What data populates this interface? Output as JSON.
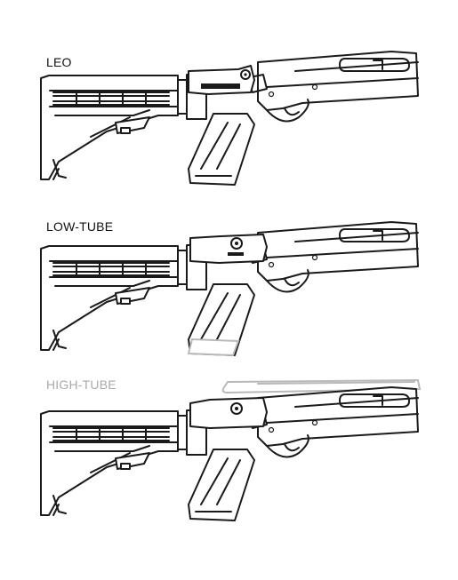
{
  "configurations": [
    {
      "id": "leo",
      "label": "LEO",
      "label_color": "#111111"
    },
    {
      "id": "low-tube",
      "label": "LOW-TUBE",
      "label_color": "#111111"
    },
    {
      "id": "high-tube",
      "label": "HIGH-TUBE",
      "label_color": "#aaaaaa"
    }
  ],
  "colors": {
    "line": "#1a1a1a",
    "faded": "#b9b9b9",
    "background": "#ffffff"
  }
}
